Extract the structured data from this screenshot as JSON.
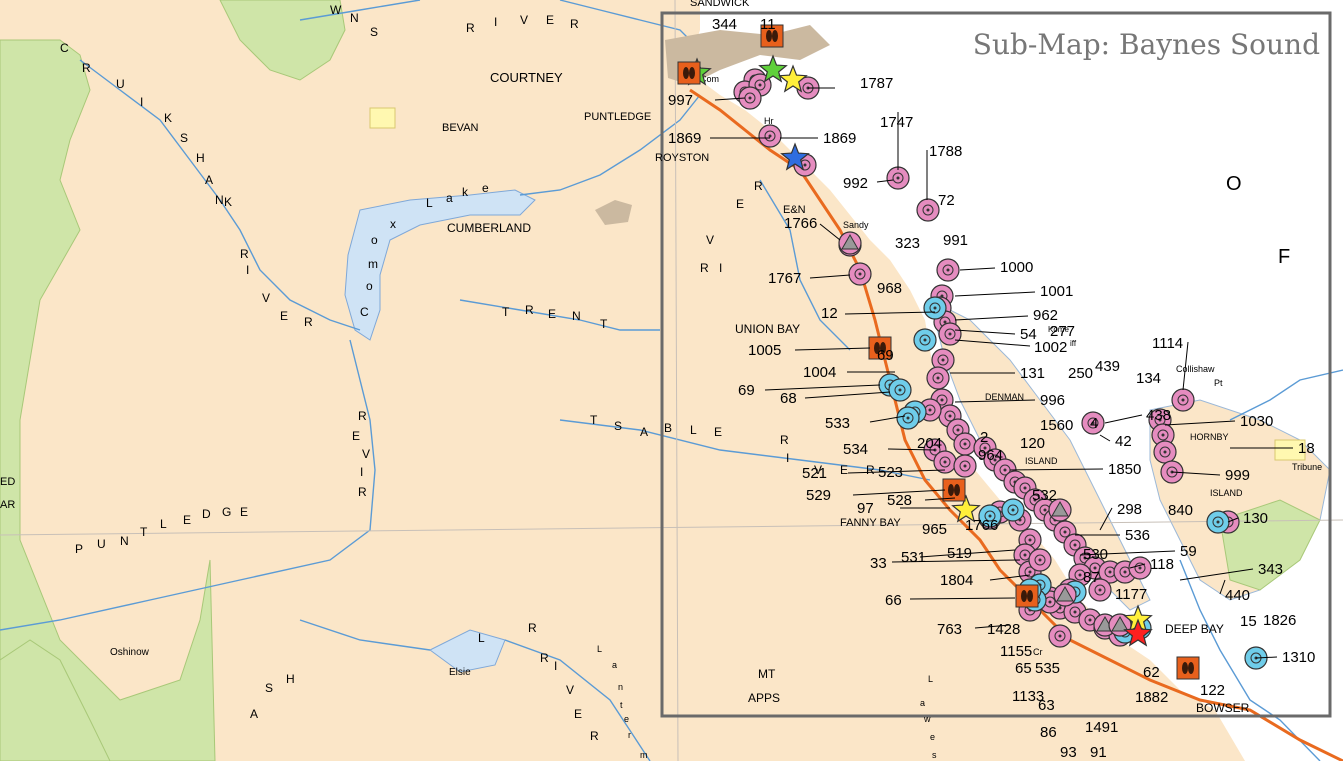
{
  "submap": {
    "title": "Sub-Map: Baynes Sound"
  },
  "places": {
    "sandwick": "SANDWICK",
    "courtney": "COURTNEY",
    "bevan": "BEVAN",
    "puntledge": "PUNTLEDGE",
    "royston": "ROYSTON",
    "cumberland": "CUMBERLAND",
    "union_bay": "UNION BAY",
    "fanny_bay": "FANNY BAY",
    "deep_bay": "DEEP BAY",
    "bowser": "BOWSER",
    "mt": "MT",
    "apps": "APPS",
    "oshinow": "Oshinow",
    "elsie": "Elsie",
    "sandy": "Sandy",
    "denman": "DENMAN",
    "island": "ISLAND",
    "hornby": "HORNBY",
    "hornby_island": "ISLAND",
    "collishaw": "Collishaw",
    "pt": "Pt",
    "tribune": "Tribune",
    "esquimalt": "E&N",
    "comox": "Com",
    "hr": "Hr",
    "o_letter": "O",
    "f_letter": "F",
    "ed": "ED",
    "ar": "AR",
    "cr": "Cr",
    "kome": "Kome",
    "iff": "iff"
  },
  "river_letters": {
    "cruikshank": [
      "C",
      "R",
      "U",
      "I",
      "K",
      "S",
      "H",
      "A",
      "N",
      "K"
    ],
    "cruik_river": [
      "R",
      "I",
      "V",
      "E",
      "R"
    ],
    "comox_lake": [
      "C",
      "o",
      "m",
      "o",
      "x",
      "L",
      "a",
      "k",
      "e"
    ],
    "trent": [
      "T",
      "R",
      "E",
      "N",
      "T"
    ],
    "tsable": [
      "T",
      "S",
      "A",
      "B",
      "L",
      "E"
    ],
    "tsable_river": [
      "R",
      "I",
      "V",
      "E",
      "R"
    ],
    "puntledge_river": [
      "R",
      "E",
      "V",
      "I",
      "R"
    ],
    "puntledge_low": [
      "P",
      "U",
      "N",
      "T",
      "L",
      "E",
      "D",
      "G",
      "E"
    ],
    "ash_river": [
      "A",
      "S",
      "H"
    ],
    "lr": [
      "L",
      "R"
    ],
    "river_e": [
      "R",
      "I",
      "V",
      "E",
      "R"
    ],
    "top_river": [
      "R",
      "I",
      "V",
      "E",
      "R"
    ],
    "top_wns": [
      "W",
      "N",
      "S"
    ],
    "royston_river": [
      "R",
      "E",
      "V",
      "I",
      "R"
    ],
    "lantern": [
      "L",
      "a",
      "n",
      "t",
      "e",
      "r",
      "m"
    ],
    "lewis": [
      "L",
      "a",
      "w",
      "e",
      "s"
    ]
  },
  "site_labels": [
    "344",
    "11",
    "997",
    "1787",
    "1869",
    "1869",
    "1747",
    "1788",
    "992",
    "72",
    "1766",
    "323",
    "991",
    "1000",
    "1767",
    "968",
    "1001",
    "12",
    "962",
    "277",
    "54",
    "1002",
    "1005",
    "69",
    "1004",
    "131",
    "250",
    "439",
    "1114",
    "134",
    "69",
    "68",
    "996",
    "533",
    "1560",
    "438",
    "1030",
    "42",
    "120",
    "534",
    "204",
    "964",
    "521",
    "523",
    "1850",
    "529",
    "999",
    "18",
    "97",
    "528",
    "532",
    "298",
    "840",
    "130",
    "965",
    "1766",
    "536",
    "33",
    "531",
    "519",
    "530",
    "59",
    "1804",
    "87",
    "118",
    "343",
    "440",
    "66",
    "1177",
    "15",
    "1826",
    "763",
    "1428",
    "1155",
    "65",
    "535",
    "62",
    "1310",
    "1133",
    "63",
    "1882",
    "122",
    "86",
    "1491",
    "93",
    "91",
    "4",
    "2"
  ]
}
